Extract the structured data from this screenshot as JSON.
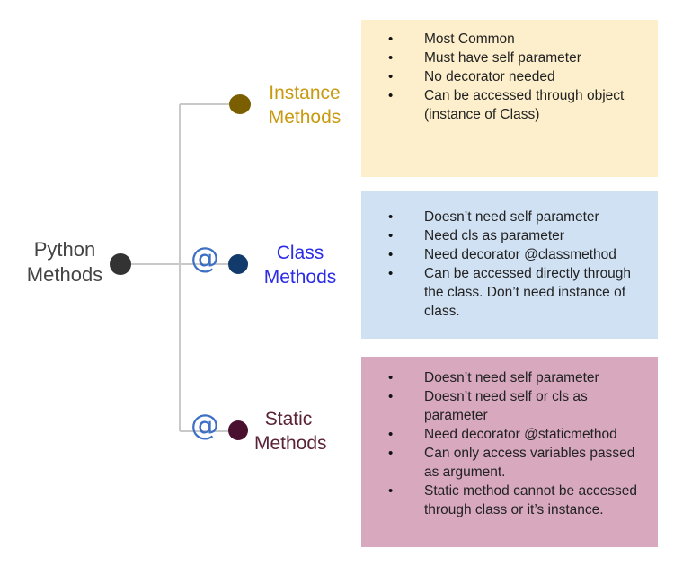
{
  "root": {
    "line1": "Python",
    "line2": "Methods"
  },
  "branches": [
    {
      "id": "instance",
      "label_line1": "Instance",
      "label_line2": "Methods",
      "decorator_symbol": "",
      "colors": {
        "label": "#c99a10",
        "dot": "#7a5e00",
        "box": "#fdefcb"
      },
      "items": [
        "Most Common",
        "Must have self parameter",
        "No decorator needed",
        "Can be accessed through object (instance of Class)"
      ]
    },
    {
      "id": "class",
      "label_line1": "Class",
      "label_line2": "Methods",
      "decorator_symbol": "@",
      "colors": {
        "label": "#2b2be8",
        "dot": "#123a6b",
        "box": "#d0e1f3",
        "at": "#3d6fc4"
      },
      "items": [
        "Doesn’t need self parameter",
        "Need cls as parameter",
        "Need decorator @classmethod",
        "Can be accessed directly through the class. Don’t need instance of class."
      ]
    },
    {
      "id": "static",
      "label_line1": "Static",
      "label_line2": "Methods",
      "decorator_symbol": "@",
      "colors": {
        "label": "#5a2236",
        "dot": "#4a1030",
        "box": "#d7a8be",
        "at": "#3d6fc4"
      },
      "items": [
        "Doesn’t need self parameter",
        "Doesn’t need self or cls as parameter",
        "Need decorator @staticmethod",
        "Can only access variables passed as argument.",
        "Static method cannot be accessed through class or it’s instance."
      ]
    }
  ],
  "colors": {
    "line": "#c9c9c9",
    "root_dot": "#333333",
    "root_text": "#444444"
  }
}
